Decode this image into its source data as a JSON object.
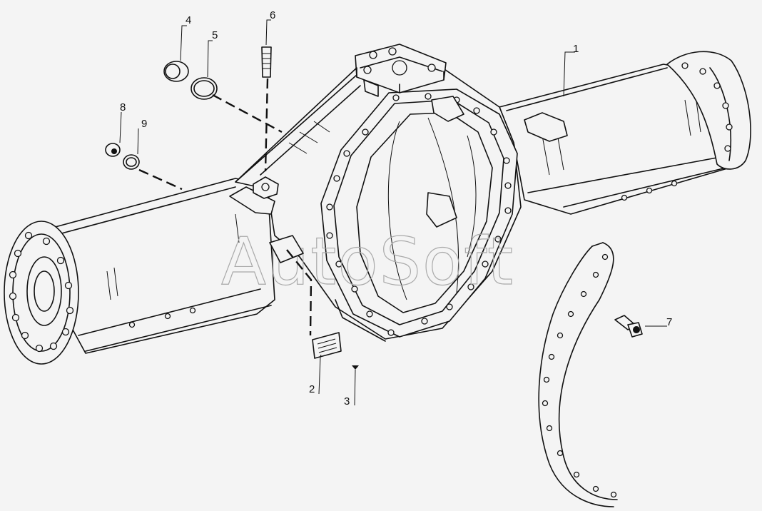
{
  "watermark": "AutoSoft",
  "callouts": [
    {
      "id": "1",
      "text": "1"
    },
    {
      "id": "2",
      "text": "2"
    },
    {
      "id": "3",
      "text": "3"
    },
    {
      "id": "4",
      "text": "4"
    },
    {
      "id": "5",
      "text": "5"
    },
    {
      "id": "6",
      "text": "6"
    },
    {
      "id": "7",
      "text": "7"
    },
    {
      "id": "8",
      "text": "8"
    },
    {
      "id": "9",
      "text": "9"
    }
  ]
}
